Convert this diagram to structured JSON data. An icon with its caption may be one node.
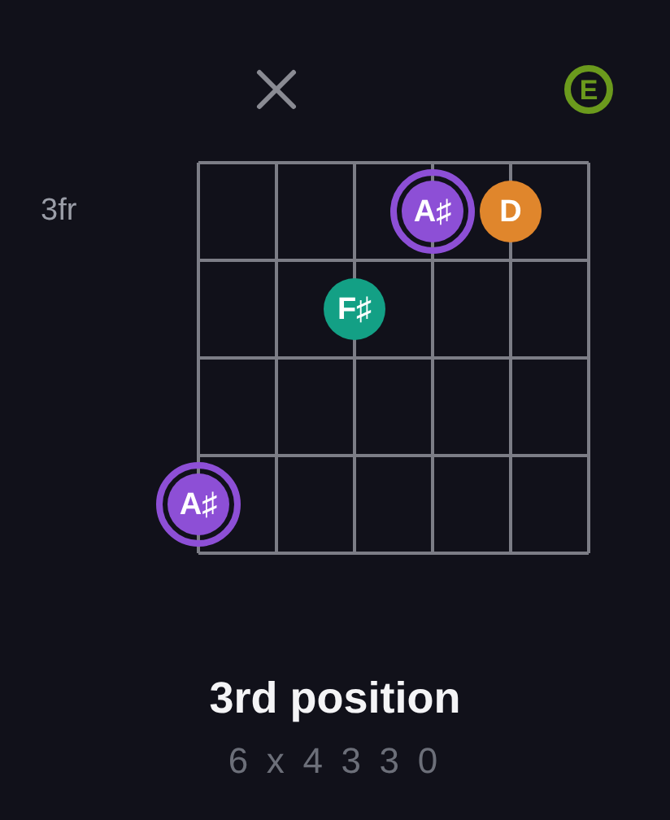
{
  "diagram": {
    "title": "3rd position",
    "caption": "6 x 4 3 3 0",
    "nodes": [
      {
        "text": [
          "E"
        ]
      },
      {
        "text": [
          "A♯"
        ]
      },
      {
        "text": [
          "D"
        ]
      },
      {
        "text": [
          "F♯"
        ]
      },
      {
        "text": [
          "A♯"
        ]
      }
    ],
    "labels": [
      "3fr"
    ]
  }
}
